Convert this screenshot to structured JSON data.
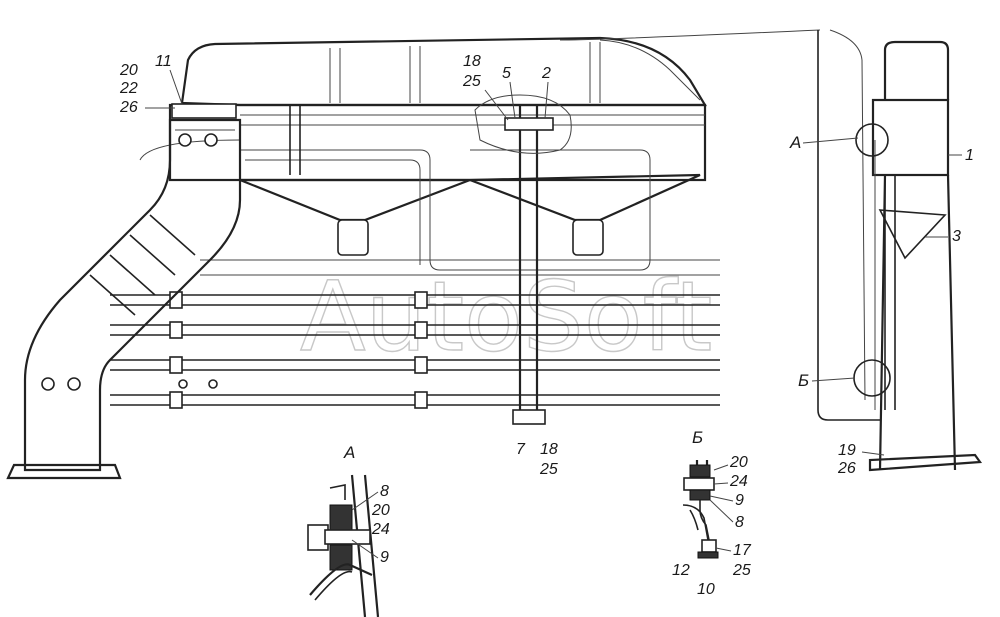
{
  "watermark": "AutoSoft",
  "main_view": {
    "callouts_top_left": [
      "20",
      "22",
      "26"
    ],
    "callout_11": "11",
    "callouts_top_mid": [
      "18",
      "25"
    ],
    "callout_5": "5",
    "callout_2": "2",
    "callout_7": "7",
    "callouts_bottom_mid": [
      "18",
      "25"
    ]
  },
  "side_view": {
    "callout_A": "А",
    "callout_1": "1",
    "callout_3": "3",
    "callout_B": "Б",
    "callouts_bottom": [
      "19",
      "26"
    ]
  },
  "detail_a": {
    "title": "А",
    "callouts": [
      "8",
      "20",
      "24",
      "9"
    ]
  },
  "detail_b": {
    "title": "Б",
    "callouts_right": [
      "20",
      "24",
      "9",
      "8"
    ],
    "callout_17": "17",
    "callout_25": "25",
    "callout_12": "12",
    "callout_10": "10"
  }
}
